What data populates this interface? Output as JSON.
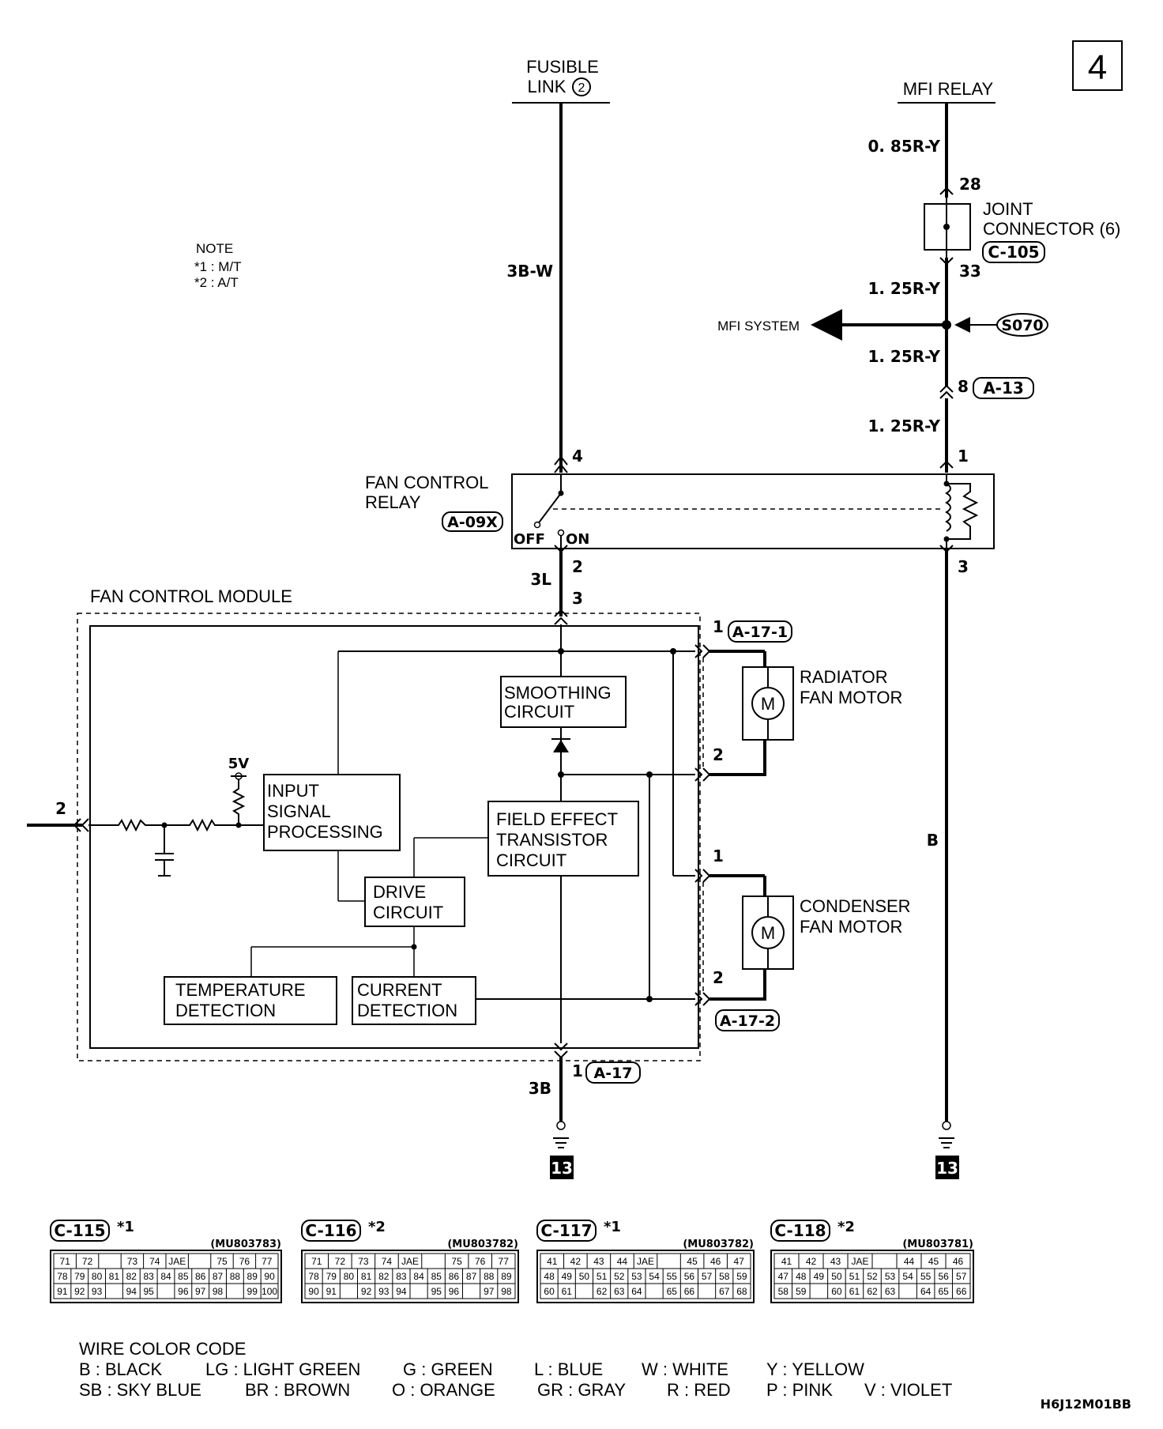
{
  "page_number": "4",
  "labels": {
    "fusible_link": [
      "FUSIBLE",
      "LINK"
    ],
    "fusible_link_num": "2",
    "mfi_relay": "MFI RELAY",
    "note_title": "NOTE",
    "note_1": "*1 : M/T",
    "note_2": "*2 : A/T",
    "joint_connector": [
      "JOINT",
      "CONNECTOR (6)"
    ],
    "c105": "C-105",
    "mfi_system": "MFI SYSTEM",
    "s070": "S070",
    "a13": "A-13",
    "fan_control_relay": [
      "FAN CONTROL",
      "RELAY"
    ],
    "a09x": "A-09X",
    "off": "OFF",
    "on": "ON",
    "fan_control_module": "FAN CONTROL MODULE",
    "a17_1": "A-17-1",
    "a17_2": "A-17-2",
    "a17": "A-17",
    "radiator_fan_motor": [
      "RADIATOR",
      "FAN MOTOR"
    ],
    "condenser_fan_motor": [
      "CONDENSER",
      "FAN MOTOR"
    ],
    "smoothing_circuit": [
      "SMOOTHING",
      "CIRCUIT"
    ],
    "input_signal": [
      "INPUT",
      "SIGNAL",
      "PROCESSING"
    ],
    "fet_circuit": [
      "FIELD EFFECT",
      "TRANSISTOR",
      "CIRCUIT"
    ],
    "drive_circuit": [
      "DRIVE",
      "CIRCUIT"
    ],
    "temperature_detection": [
      "TEMPERATURE",
      "DETECTION"
    ],
    "current_detection": [
      "CURRENT",
      "DETECTION"
    ],
    "v5": "5V",
    "motor_m": "M",
    "ground_ref": "13",
    "figure_code": "H6J12M01BB"
  },
  "wires": {
    "w_085ry": "0. 85R-Y",
    "w_125ry_a": "1. 25R-Y",
    "w_125ry_b": "1. 25R-Y",
    "w_125ry_c": "1. 25R-Y",
    "w_3bw": "3B-W",
    "w_3l": "3L",
    "w_3b": "3B",
    "w_b": "B"
  },
  "pins": {
    "p28": "28",
    "p33": "33",
    "p8": "8",
    "p1_relay": "1",
    "p4": "4",
    "p3_relay": "3",
    "p2_relay": "2",
    "p3_module": "3",
    "p2_module": "2",
    "p1_rad": "1",
    "p2_rad": "2",
    "p1_cond": "1",
    "p2_cond": "2",
    "p1_a17": "1"
  },
  "connectors": [
    {
      "id": "C-115",
      "note": "*1",
      "part": "(MU803783)",
      "rows": [
        [
          "71",
          "72",
          "",
          "73",
          "74",
          "JAE",
          "",
          "75",
          "76",
          "77"
        ],
        [
          "78",
          "79",
          "80",
          "81",
          "82",
          "83",
          "84",
          "85",
          "86",
          "87",
          "88",
          "89",
          "90"
        ],
        [
          "91",
          "92",
          "93",
          "",
          "94",
          "95",
          "",
          "96",
          "97",
          "98",
          "",
          "99",
          "100"
        ]
      ]
    },
    {
      "id": "C-116",
      "note": "*2",
      "part": "(MU803782)",
      "rows": [
        [
          "71",
          "72",
          "73",
          "74",
          "JAE",
          "",
          "75",
          "76",
          "77"
        ],
        [
          "78",
          "79",
          "80",
          "81",
          "82",
          "83",
          "84",
          "85",
          "86",
          "87",
          "88",
          "89"
        ],
        [
          "90",
          "91",
          "",
          "92",
          "93",
          "94",
          "",
          "95",
          "96",
          "",
          "97",
          "98"
        ]
      ]
    },
    {
      "id": "C-117",
      "note": "*1",
      "part": "(MU803782)",
      "rows": [
        [
          "41",
          "42",
          "43",
          "44",
          "JAE",
          "",
          "45",
          "46",
          "47"
        ],
        [
          "48",
          "49",
          "50",
          "51",
          "52",
          "53",
          "54",
          "55",
          "56",
          "57",
          "58",
          "59"
        ],
        [
          "60",
          "61",
          "",
          "62",
          "63",
          "64",
          "",
          "65",
          "66",
          "",
          "67",
          "68"
        ]
      ]
    },
    {
      "id": "C-118",
      "note": "*2",
      "part": "(MU803781)",
      "rows": [
        [
          "41",
          "42",
          "43",
          "JAE",
          "",
          "44",
          "45",
          "46"
        ],
        [
          "47",
          "48",
          "49",
          "50",
          "51",
          "52",
          "53",
          "54",
          "55",
          "56",
          "57"
        ],
        [
          "58",
          "59",
          "",
          "60",
          "61",
          "62",
          "63",
          "",
          "64",
          "65",
          "66"
        ]
      ]
    }
  ],
  "wire_color_code": {
    "title": "WIRE COLOR CODE",
    "row1": [
      "B : BLACK",
      "LG : LIGHT GREEN",
      "G : GREEN",
      "L : BLUE",
      "W : WHITE",
      "Y : YELLOW"
    ],
    "row2": [
      "SB : SKY BLUE",
      "BR : BROWN",
      "O : ORANGE",
      "GR : GRAY",
      "R : RED",
      "P : PINK",
      "V : VIOLET"
    ]
  }
}
